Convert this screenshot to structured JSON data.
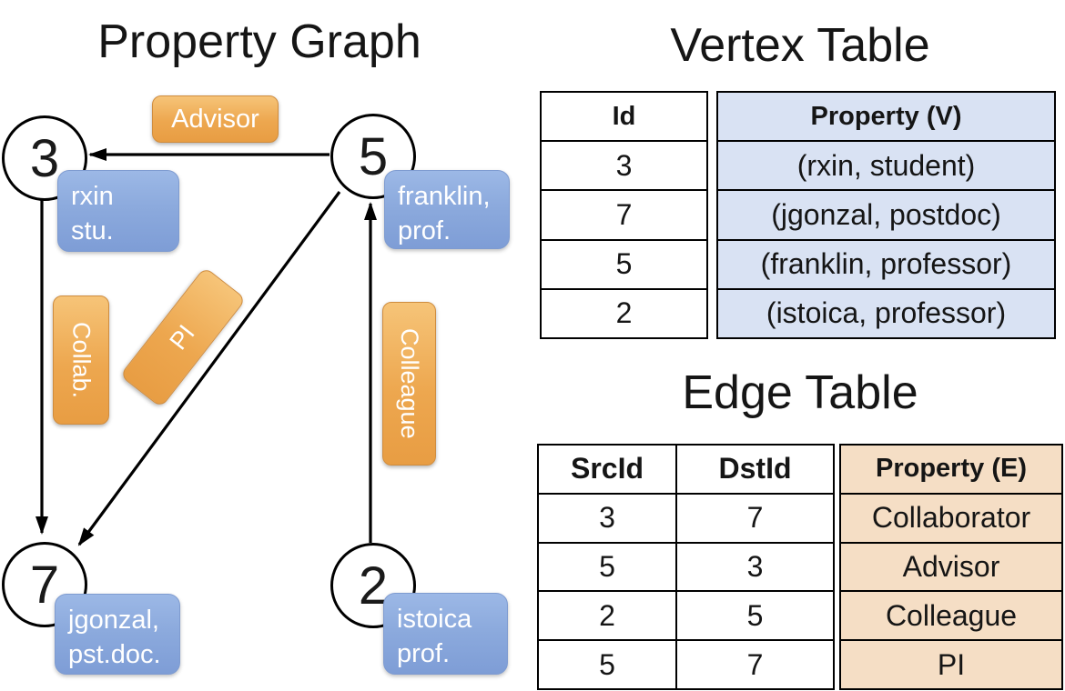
{
  "graph": {
    "title": "Property Graph",
    "vertices": [
      {
        "id": "3",
        "prop_line1": "rxin",
        "prop_line2": "stu."
      },
      {
        "id": "5",
        "prop_line1": "franklin,",
        "prop_line2": "prof."
      },
      {
        "id": "7",
        "prop_line1": "jgonzal,",
        "prop_line2": "pst.doc."
      },
      {
        "id": "2",
        "prop_line1": "istoica",
        "prop_line2": "prof."
      }
    ],
    "edges": [
      {
        "src": "5",
        "dst": "3",
        "label": "Advisor"
      },
      {
        "src": "3",
        "dst": "7",
        "label": "Collab."
      },
      {
        "src": "5",
        "dst": "7",
        "label": "PI"
      },
      {
        "src": "2",
        "dst": "5",
        "label": "Colleague"
      }
    ]
  },
  "vertex_table": {
    "title": "Vertex Table",
    "headers": {
      "id": "Id",
      "property": "Property (V)"
    },
    "rows": [
      {
        "id": "3",
        "property": "(rxin, student)"
      },
      {
        "id": "7",
        "property": "(jgonzal, postdoc)"
      },
      {
        "id": "5",
        "property": "(franklin, professor)"
      },
      {
        "id": "2",
        "property": "(istoica, professor)"
      }
    ]
  },
  "edge_table": {
    "title": "Edge Table",
    "headers": {
      "src": "SrcId",
      "dst": "DstId",
      "property": "Property (E)"
    },
    "rows": [
      {
        "src": "3",
        "dst": "7",
        "property": "Collaborator"
      },
      {
        "src": "5",
        "dst": "3",
        "property": "Advisor"
      },
      {
        "src": "2",
        "dst": "5",
        "property": "Colleague"
      },
      {
        "src": "5",
        "dst": "7",
        "property": "PI"
      }
    ]
  },
  "colors": {
    "edge_label_orange": "#EDA74F",
    "vertex_label_blue": "#8CAADD",
    "vertex_table_cell_bg": "#D9E2F3",
    "edge_table_cell_bg": "#F5DEC5",
    "graph_line": "#000000"
  }
}
